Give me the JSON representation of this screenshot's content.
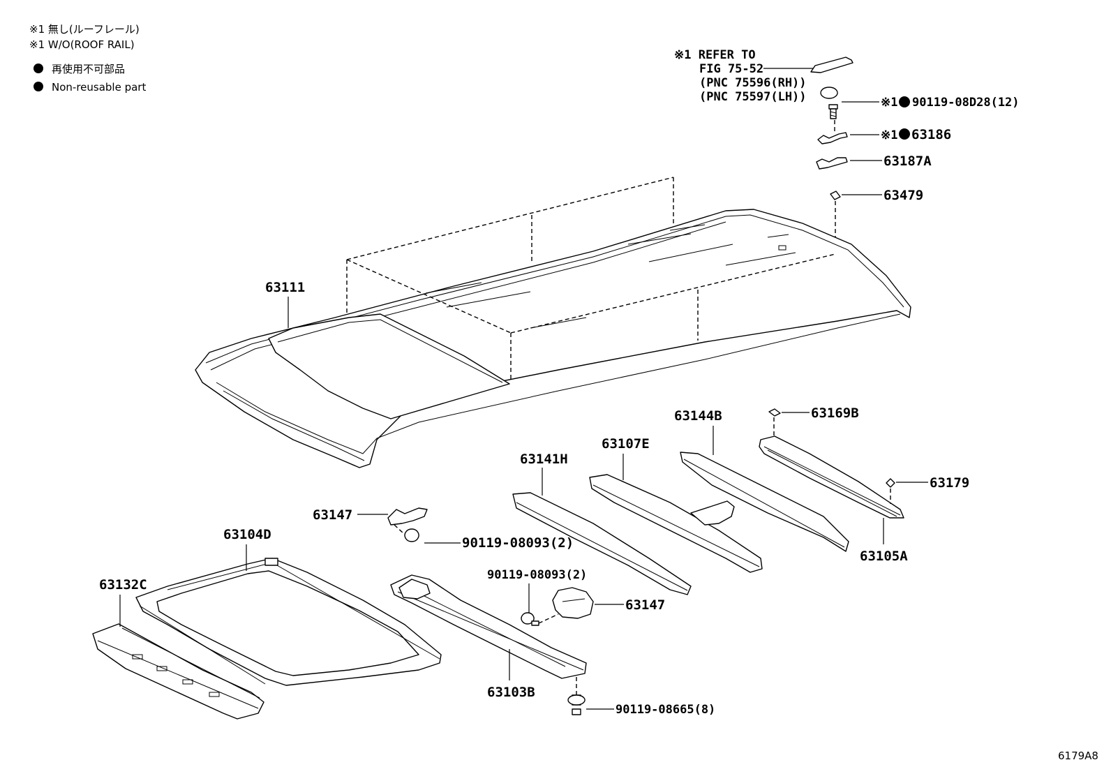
{
  "notes": {
    "note1_ja": "※1 無し(ルーフレール)",
    "note1_en": "※1 W/O(ROOF RAIL)",
    "bullet_ja": "再使用不可部品",
    "bullet_en": "Non-reusable part"
  },
  "refer": {
    "line1": "※1 REFER TO",
    "line2": "FIG 75-52",
    "line3": "(PNC 75596(RH))",
    "line4": "(PNC 75597(LH))"
  },
  "labels": {
    "p90119_08D28": "90119-08D28(12)",
    "p63186": "63186",
    "p63187A": "63187A",
    "p63479": "63479",
    "p63111": "63111",
    "p63144B": "63144B",
    "p63169B": "63169B",
    "p63107E": "63107E",
    "p63141H": "63141H",
    "p63179": "63179",
    "p63105A": "63105A",
    "p63147a": "63147",
    "p90119_08093a": "90119-08093(2)",
    "p63104D": "63104D",
    "p63132C": "63132C",
    "p90119_08093b": "90119-08093(2)",
    "p63147b": "63147",
    "p63103B": "63103B",
    "p90119_08665": "90119-08665(8)"
  },
  "marks": {
    "ref1": "※1",
    "ref2": "※1"
  },
  "figure_code": "6179A8"
}
